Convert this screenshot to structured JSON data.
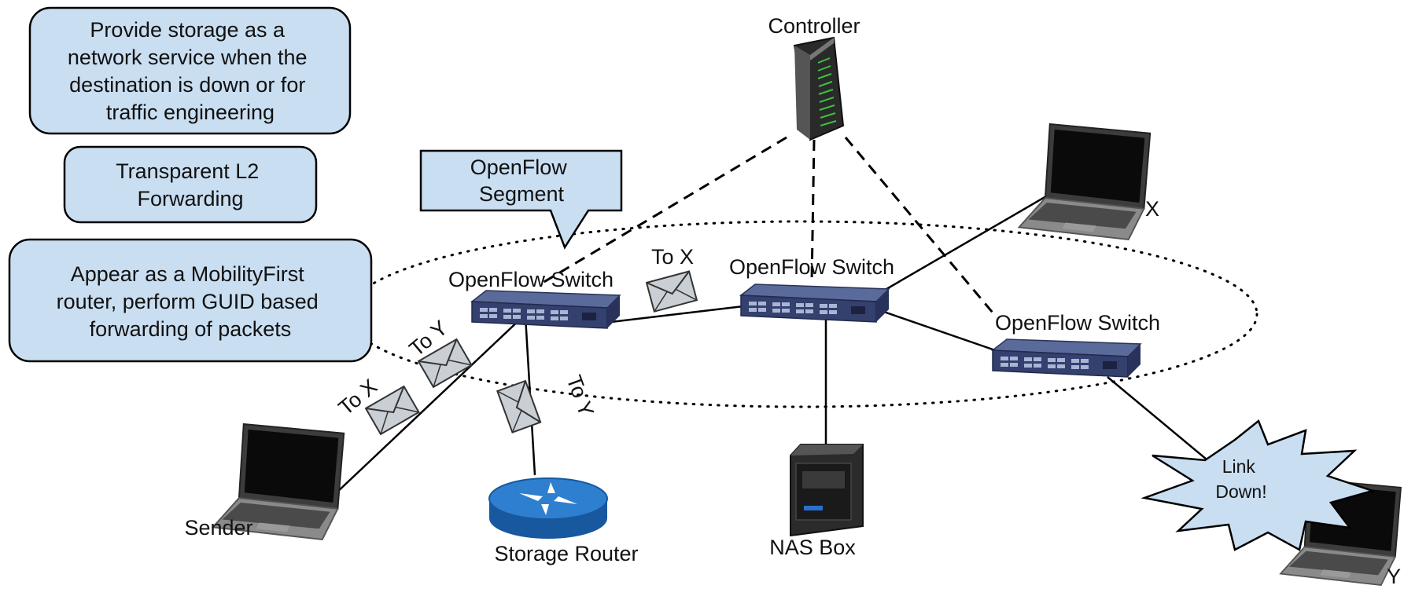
{
  "callouts": {
    "storage_service": [
      "Provide storage as a",
      "network service when the",
      "destination is down or for",
      "traffic engineering"
    ],
    "l2_forwarding": [
      "Transparent L2",
      "Forwarding"
    ],
    "mobilityfirst": [
      "Appear as a MobilityFirst",
      "router, perform GUID based",
      "forwarding of packets"
    ],
    "openflow_segment": [
      "OpenFlow",
      "Segment"
    ],
    "link_down": [
      "Link",
      "Down!"
    ]
  },
  "labels": {
    "controller": "Controller",
    "switch_left": "OpenFlow Switch",
    "switch_center": "OpenFlow Switch",
    "switch_right": "OpenFlow Switch",
    "sender": "Sender",
    "storage_router": "Storage Router",
    "nas_box": "NAS Box",
    "host_x": "X",
    "host_y": "Y"
  },
  "packets": {
    "sender_to_x": "To X",
    "sender_to_y": "To Y",
    "storage_to_y": "To Y",
    "switch_to_x": "To X"
  },
  "colors": {
    "callout_fill": "#c9def1",
    "router_blue": "#1f6fc0",
    "switch_body": "#3a4a7a",
    "laptop_body": "#6b6b6b"
  },
  "icons": {
    "controller": "server-rack-icon",
    "switch": "network-switch-icon",
    "laptop": "laptop-icon",
    "router": "router-icon",
    "nas": "nas-storage-icon",
    "packet": "envelope-icon"
  }
}
